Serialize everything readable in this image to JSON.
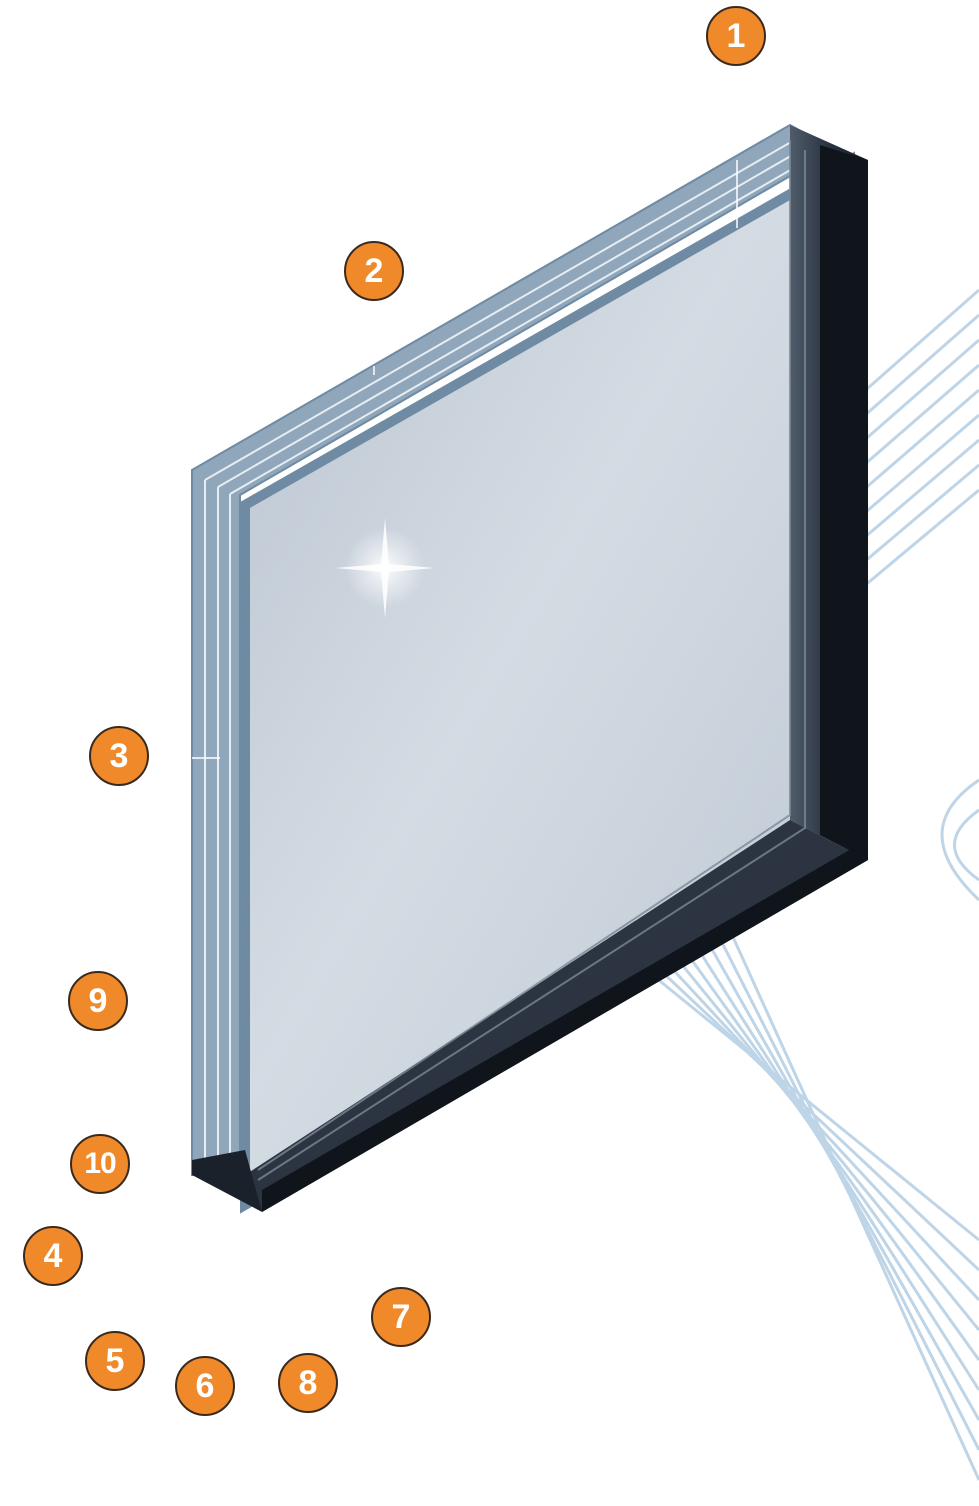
{
  "markers": [
    {
      "id": "1",
      "label": "1"
    },
    {
      "id": "2",
      "label": "2"
    },
    {
      "id": "3",
      "label": "3"
    },
    {
      "id": "4",
      "label": "4"
    },
    {
      "id": "5",
      "label": "5"
    },
    {
      "id": "6",
      "label": "6"
    },
    {
      "id": "7",
      "label": "7"
    },
    {
      "id": "8",
      "label": "8"
    },
    {
      "id": "9",
      "label": "9"
    },
    {
      "id": "10",
      "label": "10"
    }
  ],
  "colors": {
    "marker_fill": "#f0892a",
    "marker_border": "#3a2a1e",
    "glass": "#c3ccd6",
    "glass_edge": "#6f8aa3",
    "frame": "#1c2430",
    "stripes": "#a9c6e0"
  }
}
